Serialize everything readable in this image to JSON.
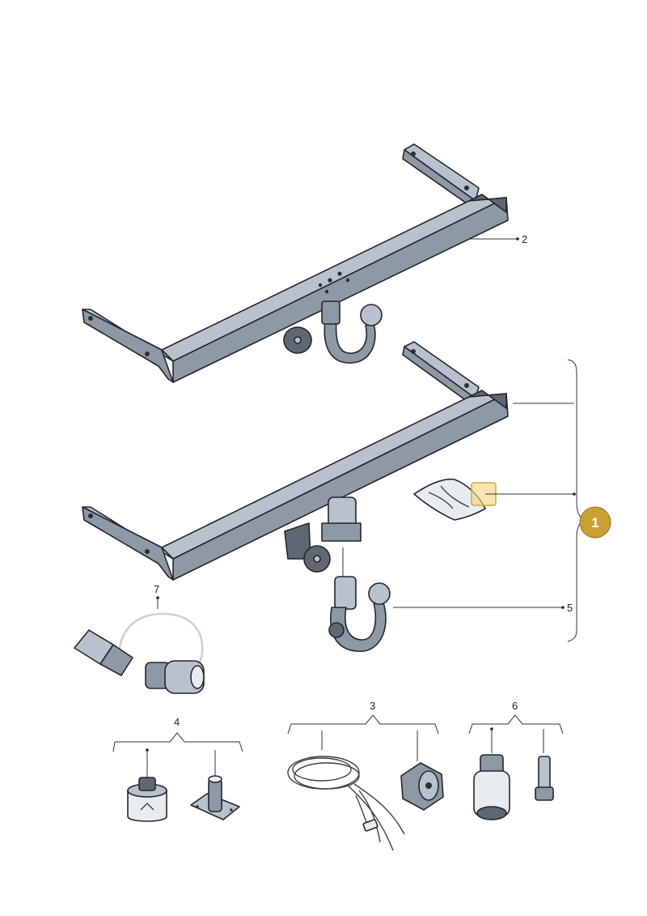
{
  "callouts": {
    "c1": "1",
    "c2": "2",
    "c3": "3",
    "c4": "4",
    "c5": "5",
    "c6": "6",
    "c7": "7"
  },
  "colors": {
    "badge": "#c9a233",
    "highlight": "#f3d68a",
    "metal": "#8e99a6"
  },
  "parts": [
    {
      "callout": "2",
      "icon": "towbar-crossmember-with-ball-icon"
    },
    {
      "callout": "1",
      "icon": "towbar-assembly-icon"
    },
    {
      "callout": "1",
      "icon": "fitting-kit-bag-icon"
    },
    {
      "callout": "5",
      "icon": "detachable-ball-neck-icon"
    },
    {
      "callout": "7",
      "icon": "adapter-cable-icon"
    },
    {
      "callout": "4",
      "icon": "socket-housing-icon"
    },
    {
      "callout": "4",
      "icon": "mounting-bolt-plate-icon"
    },
    {
      "callout": "3",
      "icon": "wiring-harness-icon"
    },
    {
      "callout": "3",
      "icon": "socket-connector-icon"
    },
    {
      "callout": "6",
      "icon": "plug-connector-icon"
    },
    {
      "callout": "6",
      "icon": "bolt-icon"
    }
  ]
}
